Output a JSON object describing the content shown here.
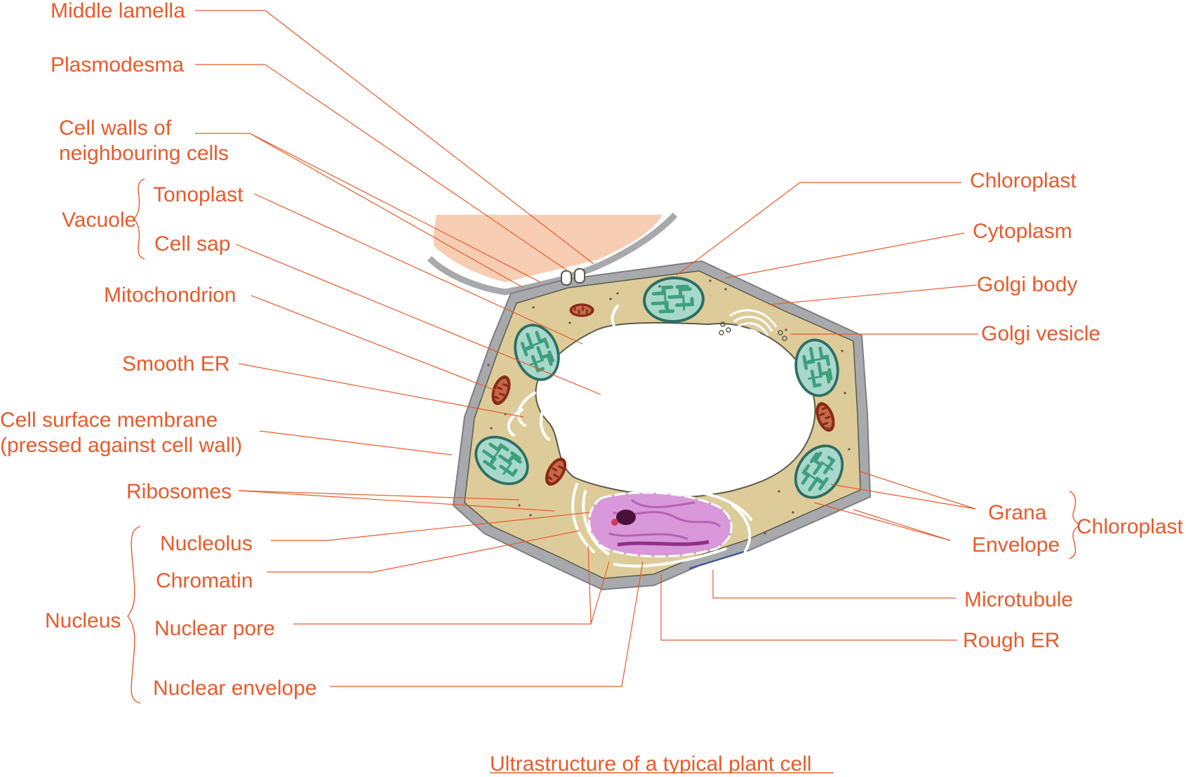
{
  "caption": "Ultrastructure of a typical plant cell",
  "labels": {
    "middle_lamella": "Middle lamella",
    "plasmodesma": "Plasmodesma",
    "cell_walls_1": "Cell walls of",
    "cell_walls_2": "neighbouring cells",
    "tonoplast": "Tonoplast",
    "vacuole": "Vacuole",
    "cell_sap": "Cell sap",
    "mitochondrion": "Mitochondrion",
    "smooth_er": "Smooth ER",
    "cell_surface_1": "Cell surface membrane",
    "cell_surface_2": "(pressed against cell wall)",
    "ribosomes": "Ribosomes",
    "nucleolus": "Nucleolus",
    "chromatin": "Chromatin",
    "nucleus": "Nucleus",
    "nuclear_pore": "Nuclear pore",
    "nuclear_envelope": "Nuclear envelope",
    "chloroplast_top": "Chloroplast",
    "cytoplasm": "Cytoplasm",
    "golgi_body": "Golgi body",
    "golgi_vesicle": "Golgi vesicle",
    "grana": "Grana",
    "envelope": "Envelope",
    "chloroplast_group": "Chloroplast",
    "microtubule": "Microtubule",
    "rough_er": "Rough ER"
  },
  "colors": {
    "label": "#e85a2c",
    "cell_wall": "#a7a9ac",
    "cytoplasm": "#ddcc99",
    "neighbour_cell": "#f7cdb3",
    "chloroplast": "#a8d8cc",
    "grana": "#3f9f7d",
    "mitochondrion": "#8a2a16",
    "nucleus": "#d998d9",
    "nucleolus": "#4b0f3c"
  }
}
